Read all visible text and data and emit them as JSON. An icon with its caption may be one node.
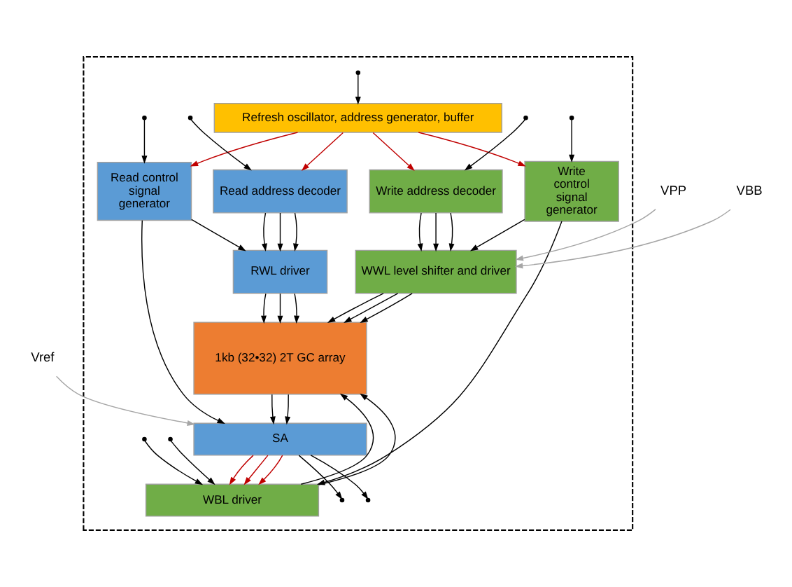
{
  "diagram": {
    "nodes": [
      {
        "text": [],
        "shape": "box"
      },
      {
        "text": [
          "Refresh oscillator, address generator, buffer"
        ],
        "in": 0
      },
      {
        "text": [
          "Write address decoder"
        ],
        "in": 0
      },
      {
        "text": [
          "WWL level shifter and driver"
        ],
        "in": 0
      },
      {
        "text": [
          "1kb (32•32) 2T GC array"
        ],
        "in": 0
      },
      {
        "text": [
          "RWL driver"
        ],
        "in": 0
      },
      {
        "text": [
          "Read address decoder"
        ],
        "in": 0
      },
      {
        "text": [
          "Write control signal generator"
        ],
        "in": 0
      },
      {
        "text": [
          "SA"
        ],
        "in": 0
      },
      {
        "text": [
          "WBL driver"
        ],
        "in": 0
      },
      {
        "text": [
          "Read control signal generator"
        ],
        "in": 0
      },
      {
        "text": [
          "VPP"
        ]
      },
      {
        "text": [
          "VBB"
        ]
      },
      {
        "text": [
          "Vref"
        ]
      }
    ],
    "edges": [
      {
        "from": null,
        "to": 1,
        "arrow": "to"
      },
      {
        "from": null,
        "to": 2,
        "arrow": "to"
      },
      {
        "from": null,
        "to": 7,
        "arrow": "to"
      },
      {
        "from": null,
        "to": 6,
        "arrow": "to"
      },
      {
        "from": null,
        "to": 10,
        "arrow": "to"
      },
      {
        "from": 1,
        "to": 2,
        "arrow": "to",
        "color": "#c00000"
      },
      {
        "from": 1,
        "to": 7,
        "arrow": "to",
        "color": "#c00000"
      },
      {
        "from": 1,
        "to": 10,
        "arrow": "to",
        "color": "#c00000"
      },
      {
        "from": 1,
        "to": 6,
        "arrow": "to",
        "color": "#c00000"
      },
      {
        "from": 2,
        "to": 3,
        "arrow": "to"
      },
      {
        "from": 2,
        "to": 3,
        "arrow": "to"
      },
      {
        "from": 2,
        "to": 3,
        "arrow": "to"
      },
      {
        "from": 3,
        "to": 4,
        "arrow": "to"
      },
      {
        "from": 3,
        "to": 4,
        "arrow": "to"
      },
      {
        "from": 3,
        "to": 4,
        "arrow": "to"
      },
      {
        "from": 6,
        "to": 5,
        "arrow": "to"
      },
      {
        "from": 6,
        "to": 5,
        "arrow": "to"
      },
      {
        "from": 6,
        "to": 5,
        "arrow": "to"
      },
      {
        "from": 5,
        "to": 4,
        "arrow": "to"
      },
      {
        "from": 5,
        "to": 4,
        "arrow": "to"
      },
      {
        "from": 5,
        "to": 4,
        "arrow": "to"
      },
      {
        "from": 11,
        "to": 3,
        "arrow": "to",
        "color": "#a6a6a6"
      },
      {
        "from": 12,
        "to": 3,
        "arrow": "to",
        "color": "#a6a6a6"
      },
      {
        "from": 13,
        "to": 8,
        "arrow": "to",
        "color": "#a6a6a6"
      },
      {
        "from": 7,
        "to": 3,
        "arrow": "to"
      },
      {
        "from": 7,
        "to": 9,
        "arrow": "to"
      },
      {
        "from": 10,
        "to": 5,
        "arrow": "to"
      },
      {
        "from": 10,
        "to": 8,
        "arrow": "to"
      },
      {
        "from": 4,
        "to": 8,
        "arrow": "to"
      },
      {
        "from": 4,
        "to": 8,
        "arrow": "to"
      },
      {
        "from": 9,
        "to": 4,
        "arrow": "to"
      },
      {
        "from": 9,
        "to": 4,
        "arrow": "to"
      },
      {
        "from": 8,
        "to": 9,
        "arrow": "to",
        "color": "#c00000"
      },
      {
        "from": 8,
        "to": 9,
        "arrow": "to",
        "color": "#c00000"
      },
      {
        "from": 8,
        "to": 9,
        "arrow": "to",
        "color": "#c00000"
      },
      {
        "from": 8,
        "to": null,
        "arrow": "to"
      },
      {
        "from": 8,
        "to": null,
        "arrow": "to"
      },
      {
        "from": null,
        "to": 9,
        "arrow": "to"
      },
      {
        "from": null,
        "to": 9,
        "arrow": "to"
      }
    ]
  }
}
